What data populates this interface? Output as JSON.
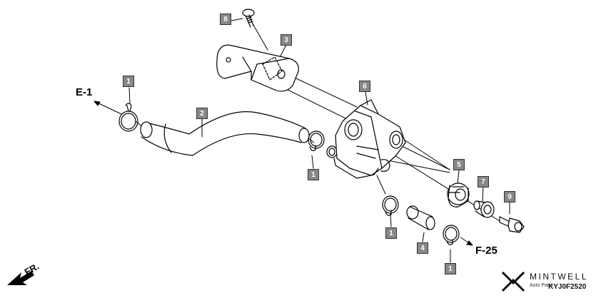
{
  "diagram": {
    "callouts": [
      {
        "id": "c1a",
        "label": "1"
      },
      {
        "id": "c2",
        "label": "2"
      },
      {
        "id": "c3",
        "label": "3"
      },
      {
        "id": "c6",
        "label": "6"
      },
      {
        "id": "c8",
        "label": "8"
      },
      {
        "id": "c1b",
        "label": "1"
      },
      {
        "id": "c5",
        "label": "5"
      },
      {
        "id": "c7",
        "label": "7"
      },
      {
        "id": "c9",
        "label": "9"
      },
      {
        "id": "c1c",
        "label": "1"
      },
      {
        "id": "c4",
        "label": "4"
      },
      {
        "id": "c1d",
        "label": "1"
      }
    ],
    "references": {
      "e1": "E-1",
      "f25": "F-25",
      "fr": "FR."
    },
    "diagram_code": "KYJ0F2520",
    "watermark": {
      "brand": "MINTWELL",
      "sub": "Auto Parts"
    }
  },
  "colors": {
    "callout_fill": "#888888",
    "line": "#000000"
  }
}
